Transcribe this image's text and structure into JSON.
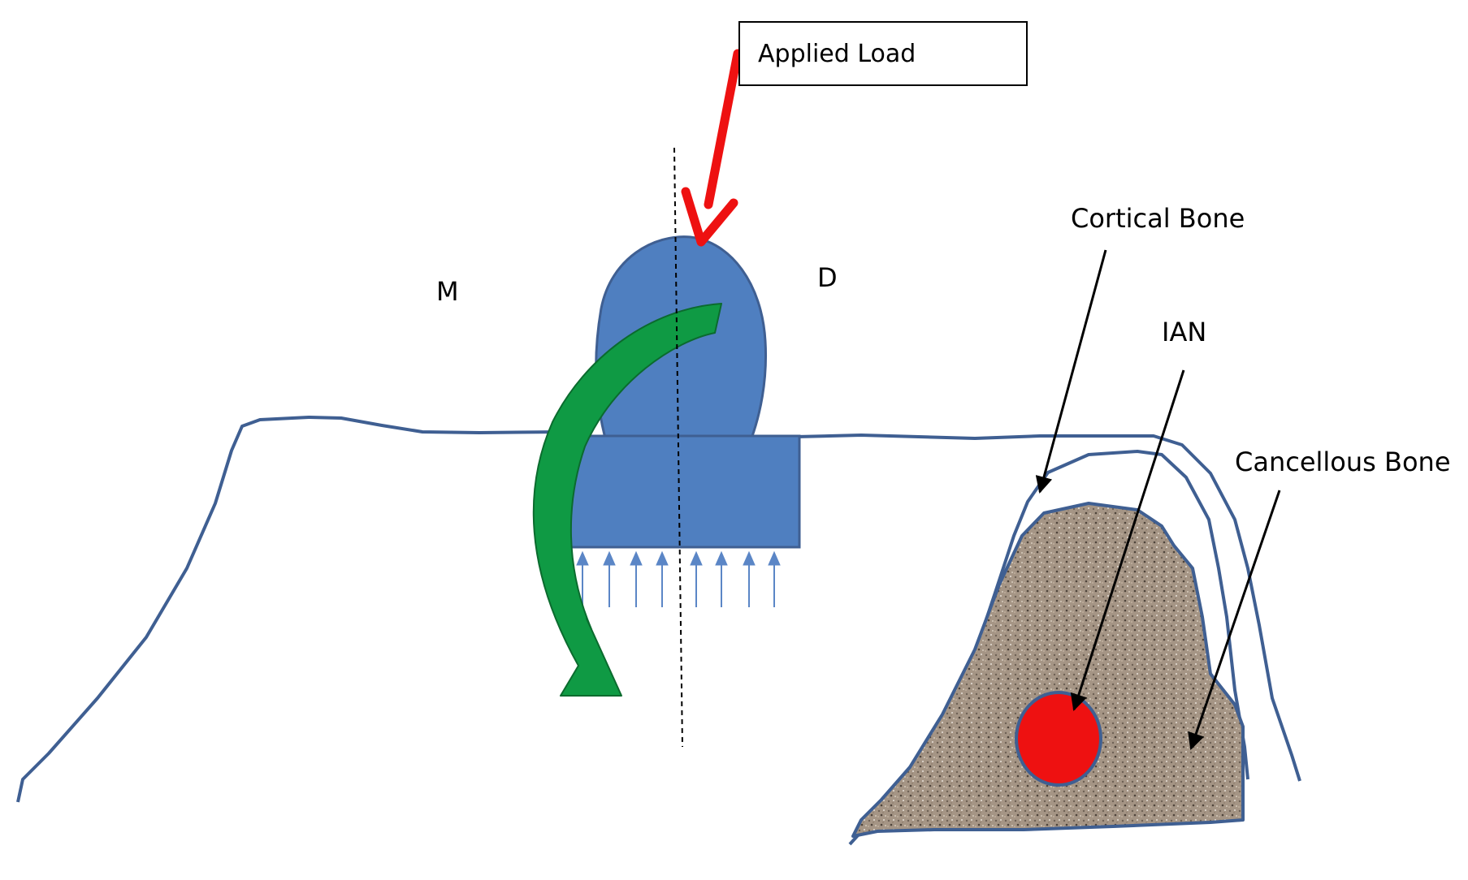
{
  "labels": {
    "applied_load": "Applied Load",
    "mesial": "M",
    "distal": "D",
    "cortical_bone": "Cortical Bone",
    "ian": "IAN",
    "cancellous_bone": "Cancellous Bone"
  },
  "colors": {
    "bone_outline": "#3f5f92",
    "implant": "#4f7fc0",
    "implant_stroke": "#3f5f92",
    "moment_arrow": "#0f9a44",
    "applied_load_arrow": "#ee1111",
    "nerve": "#ee1111",
    "cancellous_fill": "#a59585",
    "reaction_arrows": "#5b86c6",
    "pointer_arrows": "#000000"
  },
  "icons": {
    "moment": "curved-arrow-icon",
    "load": "down-arrow-icon",
    "reaction": "up-arrow-icon"
  }
}
